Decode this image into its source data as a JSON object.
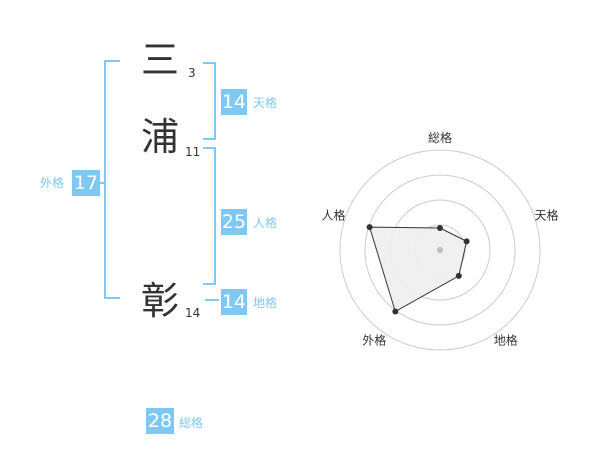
{
  "name": {
    "chars": [
      {
        "char": "三",
        "strokes": "3"
      },
      {
        "char": "浦",
        "strokes": "11"
      },
      {
        "char": "彰",
        "strokes": "14"
      }
    ]
  },
  "fortunes": {
    "tenkaku": {
      "label": "天格",
      "value": "14"
    },
    "jinkaku": {
      "label": "人格",
      "value": "25"
    },
    "chikaku": {
      "label": "地格",
      "value": "14"
    },
    "gaikaku": {
      "label": "外格",
      "value": "17"
    },
    "soukaku": {
      "label": "総格",
      "value": "28"
    }
  },
  "chart_data": {
    "type": "radar",
    "axes": [
      "総格",
      "天格",
      "地格",
      "外格",
      "人格"
    ],
    "values": [
      1.1,
      1.4,
      1.6,
      3.8,
      3.7
    ],
    "rlim": [
      0,
      5
    ],
    "rings": 4,
    "colors": {
      "fill": "#eeeeee",
      "stroke": "#333333",
      "grid": "#cccccc"
    }
  },
  "colors": {
    "accent": "#7ec8f3",
    "text": "#333333"
  }
}
